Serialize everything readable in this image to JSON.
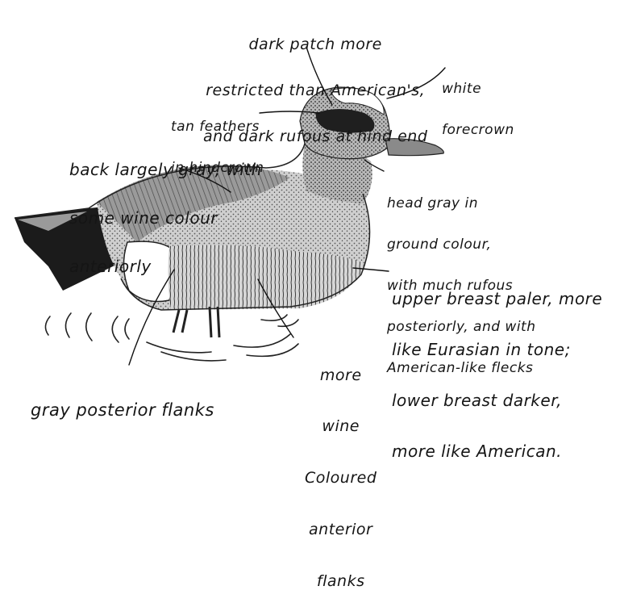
{
  "labels": {
    "dark_patch": [
      "dark patch more",
      "restricted than American's,",
      "and dark rufous at hind end"
    ],
    "white_forecrown": [
      "white",
      "forecrown"
    ],
    "tan_feathers": [
      "tan feathers",
      "in hindcrown"
    ],
    "back": [
      "back largely gray, with",
      "some wine colour",
      "anteriorly"
    ],
    "head": [
      "head gray in",
      "ground colour,",
      "with much rufous",
      "posteriorly, and with",
      "American-like flecks"
    ],
    "breast": [
      "upper breast paler, more",
      "like Eurasian in tone;",
      "lower breast darker,",
      "more like American."
    ],
    "anterior_flanks": [
      "more",
      "wine",
      "Coloured",
      "anterior",
      "flanks"
    ],
    "posterior_flanks": [
      "gray posterior flanks"
    ]
  },
  "colors": {
    "ink": "#151515",
    "paper": "#ffffff",
    "white_patch": "#ffffff",
    "gray_body": "#b9b9b9",
    "dark_tail": "#1a1a1a"
  }
}
